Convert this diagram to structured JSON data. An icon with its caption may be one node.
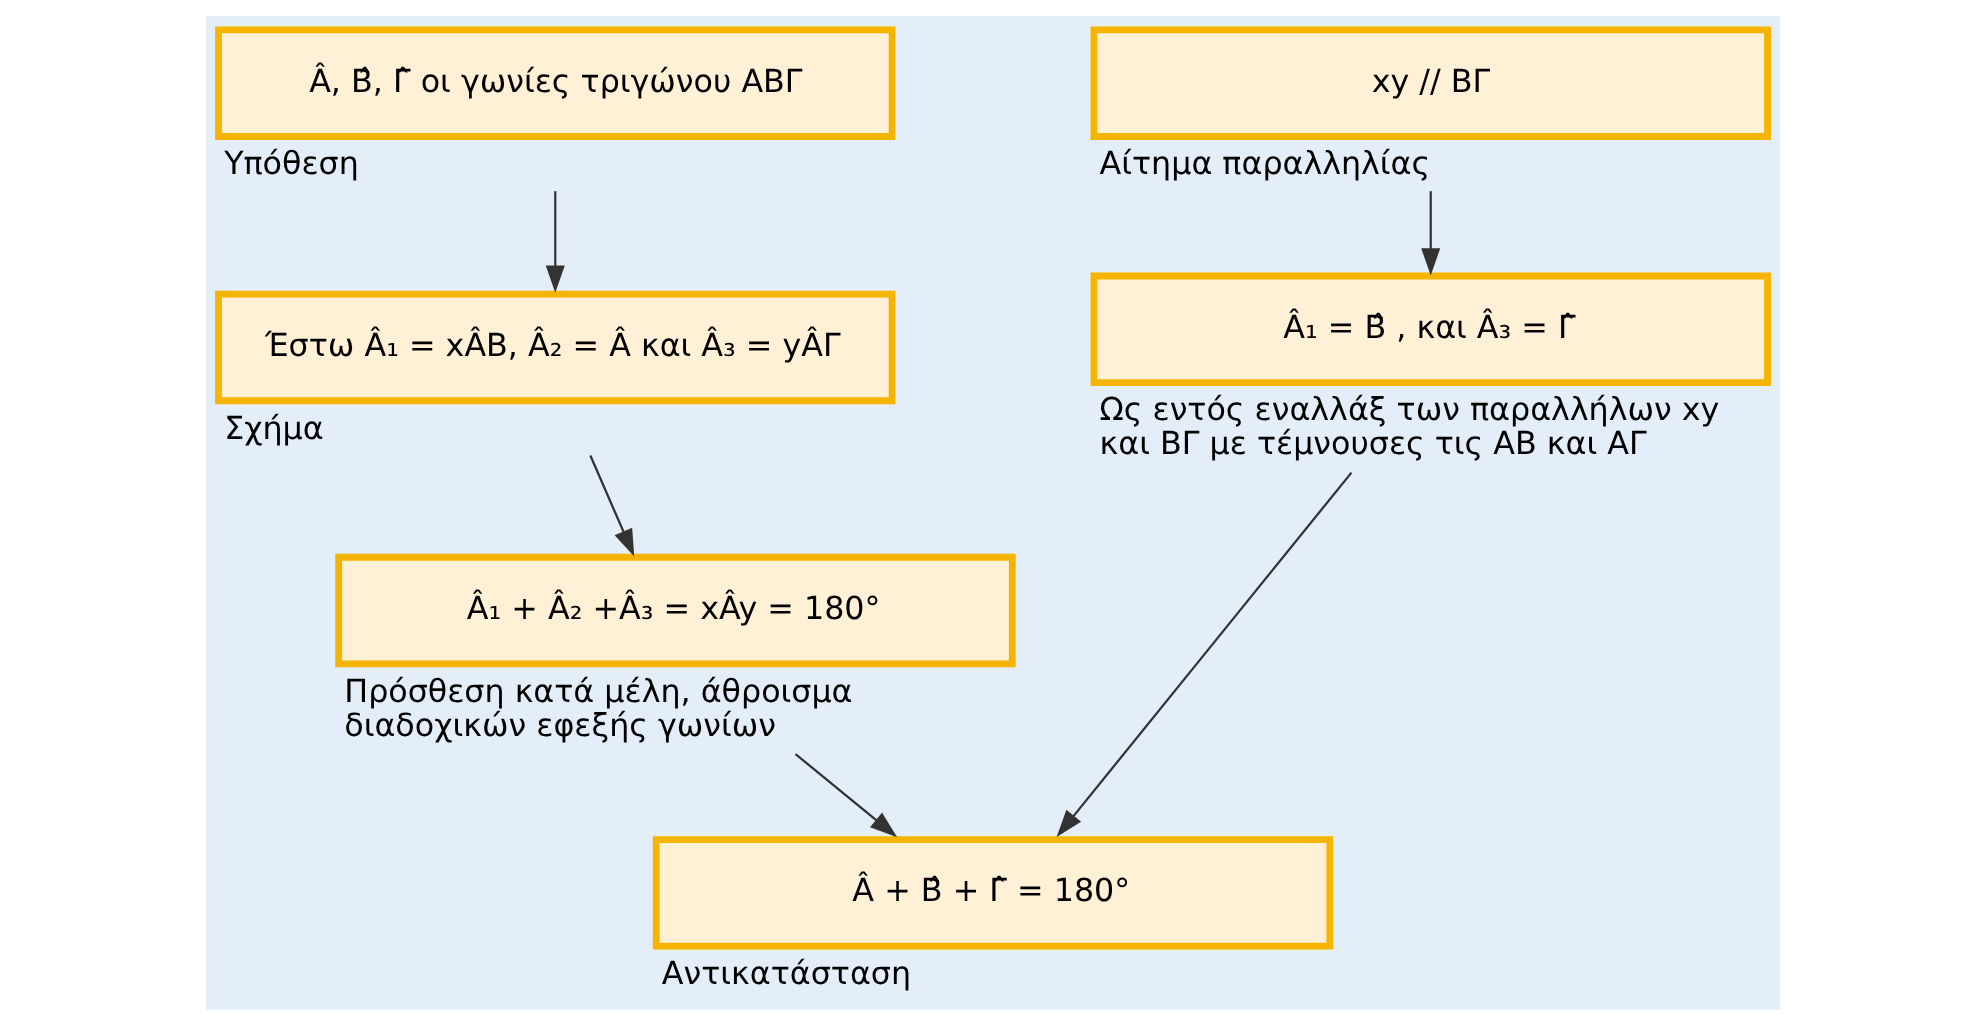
{
  "diagram": {
    "nodes": [
      {
        "text": [
          "Â, Β̂, Γ̂ οι γωνίες τριγώνου ΑΒΓ"
        ],
        "beside": [
          "Υπόθεση"
        ]
      },
      {
        "text": [
          "xy // ΒΓ"
        ],
        "beside": [
          "Αίτημα παραλληλίας"
        ]
      },
      {
        "text": [
          "Έστω Â₁ = xÂB, Â₂ = Â και Â₃ = yÂΓ"
        ],
        "beside": [
          "Σχήμα"
        ]
      },
      {
        "text": [
          "Â₁ = Β̂ , και Â₃ = Γ̂"
        ],
        "beside": [
          "Ως εντός εναλλάξ των παραλλήλων xy και ΒΓ με τέμνουσες τις ΑΒ και ΑΓ"
        ]
      },
      {
        "text": [
          "Â₁ + Â₂ +Â₃ = xÂy = 180°"
        ],
        "beside": [
          "Πρόσθεση κατά μέλη, άθροισμα διαδοχικών εφεξής γωνίων"
        ]
      },
      {
        "text": [
          "Â + Β̂ + Γ̂ = 180°"
        ],
        "beside": [
          "Αντικατάσταση"
        ]
      }
    ],
    "edges": [
      {
        "from": 0,
        "to": 2,
        "arrow": "to"
      },
      {
        "from": 2,
        "to": 4,
        "arrow": "to"
      },
      {
        "from": 1,
        "to": 3,
        "arrow": "to"
      },
      {
        "from": 3,
        "to": 5,
        "arrow": "to"
      },
      {
        "from": 4,
        "to": 5,
        "arrow": "to"
      }
    ]
  }
}
